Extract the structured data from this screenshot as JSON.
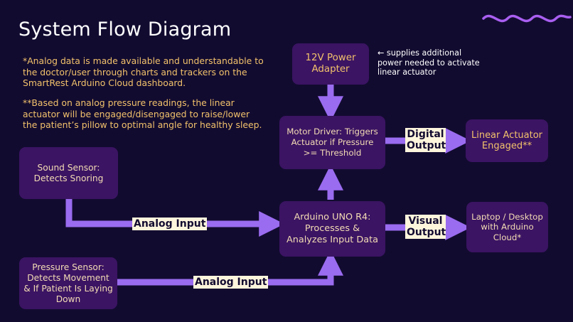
{
  "title": "System Flow Diagram",
  "notes": {
    "analog": "*Analog data is made available and understandable to the doctor/user through charts and trackers on the SmartRest Arduino Cloud dashboard.",
    "actuator": "**Based on analog pressure readings, the linear actuator will be engaged/disengaged to raise/lower the patient’s pillow to optimal angle for healthy sleep."
  },
  "power_note": "← supplies additional power needed to activate linear actuator",
  "nodes": {
    "sound_sensor": "Sound Sensor: Detects Snoring",
    "pressure_sensor": "Pressure Sensor: Detects Movement & If Patient Is Laying Down",
    "power_adapter": "12V Power Adapter",
    "motor_driver": "Motor Driver: Triggers Actuator if Pressure >= Threshold",
    "arduino": "Arduino UNO R4: Processes & Analyzes Input Data",
    "actuator": "Linear Actuator Engaged**",
    "laptop": "Laptop / Desktop with Arduino Cloud*"
  },
  "edge_labels": {
    "sound_input": "Analog Input",
    "pressure_input": "Analog Input",
    "digital_output": "Digital Output",
    "visual_output": "Visual Output"
  },
  "colors": {
    "background": "#120b30",
    "box": "#3b1463",
    "arrow": "#9a6cf0",
    "text_gold": "#f2c26b",
    "label_bg": "#fdf5dc"
  }
}
